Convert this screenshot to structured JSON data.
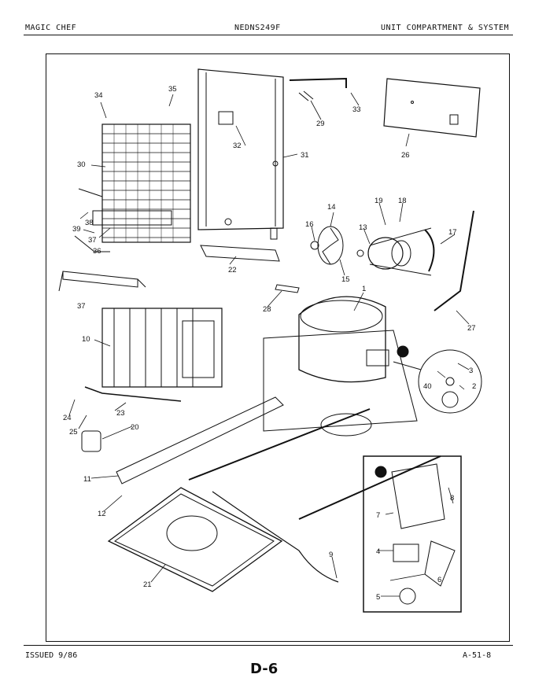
{
  "header": {
    "brand": "MAGIC CHEF",
    "model": "NEDNS249F",
    "section": "UNIT COMPARTMENT & SYSTEM"
  },
  "footer": {
    "issued": "ISSUED 9/86",
    "page": "D-6",
    "code": "A-51-8"
  },
  "callouts": {
    "c1": "1",
    "c2": "2",
    "c3": "3",
    "c4": "4",
    "c5": "5",
    "c6": "6",
    "c7": "7",
    "c8": "8",
    "c9": "9",
    "c10": "10",
    "c11": "11",
    "c12": "12",
    "c13": "13",
    "c14": "14",
    "c15": "15",
    "c16": "16",
    "c17": "17",
    "c18": "18",
    "c19": "19",
    "c20": "20",
    "c21": "21",
    "c22": "22",
    "c23": "23",
    "c24": "24",
    "c25": "25",
    "c26": "26",
    "c27": "27",
    "c28": "28",
    "c29": "29",
    "c30": "30",
    "c31": "31",
    "c32": "32",
    "c33": "33",
    "c34": "34",
    "c35": "35",
    "c36": "36",
    "c37a": "37",
    "c37b": "37",
    "c38": "38",
    "c39": "39",
    "c40": "40"
  }
}
